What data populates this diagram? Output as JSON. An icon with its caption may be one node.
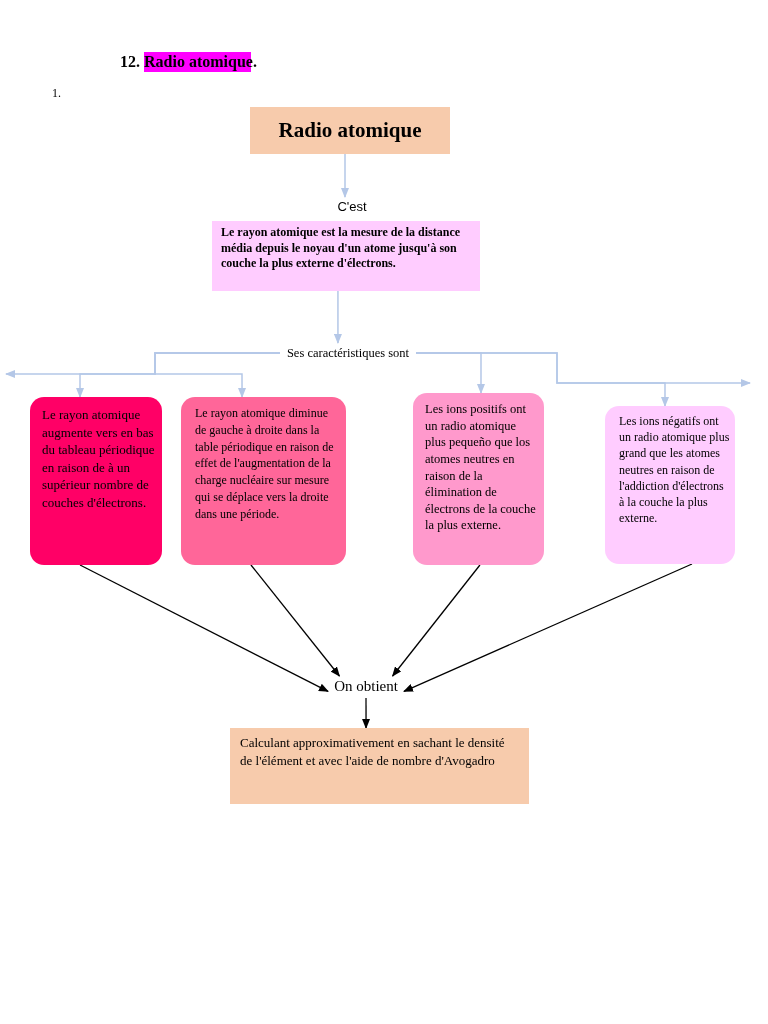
{
  "diagram": {
    "title": "12. Radio atomique.",
    "nodes": [
      {
        "text": [
          "Radio atomique"
        ]
      },
      {
        "text": [
          "C'est"
        ]
      },
      {
        "text": [
          "Le rayon atomique est la mesure de la distance média depuis le noyau d'un atome jusqu'à son couche la plus externe d'électrons."
        ]
      },
      {
        "text": [
          "Ses caractéristiques sont"
        ]
      },
      {
        "text": [
          "Le rayon atomique augmente vers en bas du tableau périodique en raison de à un supérieur nombre de couches d'électrons."
        ]
      },
      {
        "text": [
          "Le rayon atomique diminue de gauche à droite dans la table périodique en raison de effet de l'augmentation de la charge nucléaire sur mesure qui se déplace vers la droite dans une période."
        ]
      },
      {
        "text": [
          "Les ions positifs ont un radio atomique plus pequeño que los atomes neutres en raison de la élimination de électrons de la couche la plus externe."
        ]
      },
      {
        "text": [
          "Les ions négatifs ont un radio atomique plus grand que les atomes neutres en raison de l'addiction d'électrons à la couche la plus externe."
        ]
      },
      {
        "text": [
          "On obtient"
        ]
      },
      {
        "text": [
          "Calculant approximativement en sachant le densité de l'élément et avec l'aide de nombre d'Avogadro"
        ]
      }
    ],
    "edges": [
      {
        "from": 0,
        "to": 1,
        "arrow": "to"
      },
      {
        "from": 2,
        "to": 3,
        "arrow": "to"
      },
      {
        "from": 3,
        "to": 4,
        "arrow": "to"
      },
      {
        "from": 3,
        "to": 5,
        "arrow": "to"
      },
      {
        "from": 3,
        "to": 6,
        "arrow": "to"
      },
      {
        "from": 3,
        "to": 7,
        "arrow": "to"
      },
      {
        "from": 3,
        "to": null,
        "arrow": "to"
      },
      {
        "from": 3,
        "to": null,
        "arrow": "to"
      },
      {
        "from": 4,
        "to": 8,
        "arrow": "to",
        "color": "#000000"
      },
      {
        "from": 5,
        "to": 8,
        "arrow": "to",
        "color": "#000000"
      },
      {
        "from": 6,
        "to": 8,
        "arrow": "to",
        "color": "#000000"
      },
      {
        "from": 7,
        "to": 8,
        "arrow": "to",
        "color": "#000000"
      },
      {
        "from": 8,
        "to": 9,
        "arrow": "to",
        "color": "#000000"
      }
    ],
    "labels": [
      "1."
    ]
  }
}
